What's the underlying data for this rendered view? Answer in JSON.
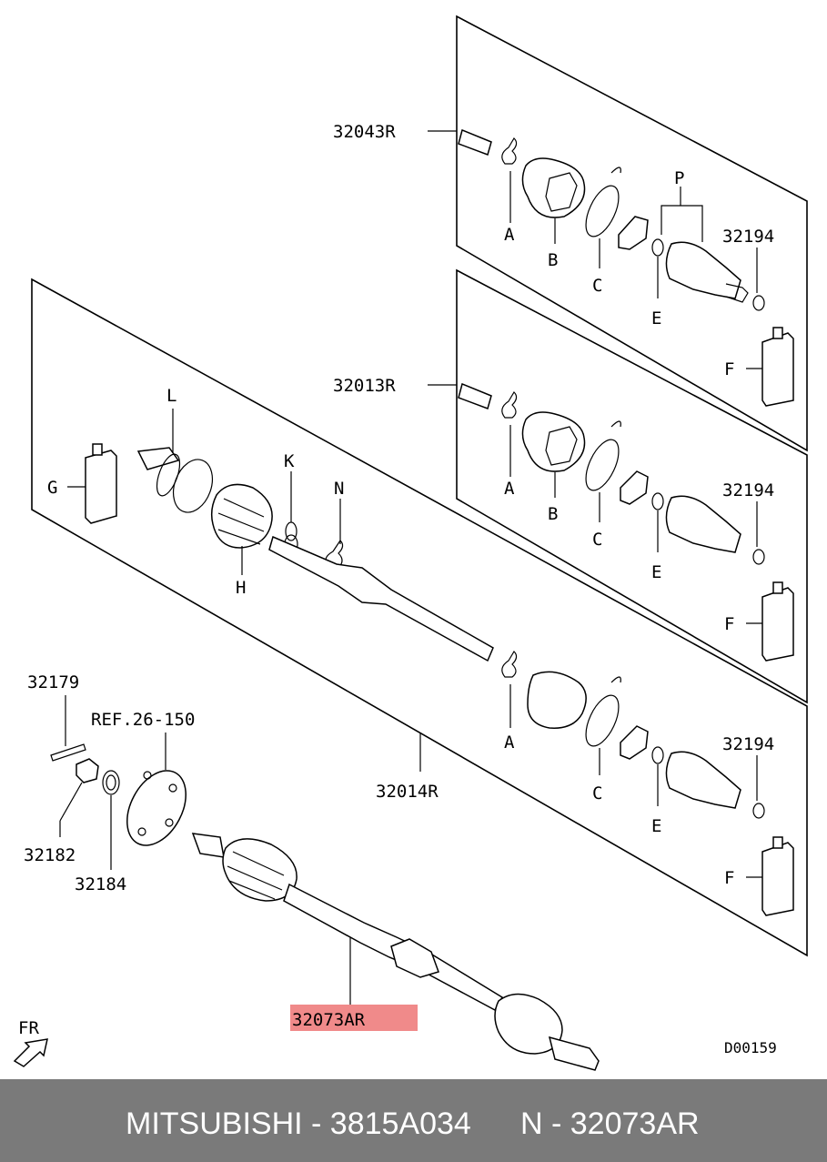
{
  "labels": {
    "l32043R": "32043R",
    "l32013R": "32013R",
    "l32014R": "32014R",
    "l32073AR": "32073AR",
    "l32179": "32179",
    "l32182": "32182",
    "l32184": "32184",
    "ref": "REF.26-150",
    "l32194": "32194",
    "A": "A",
    "B": "B",
    "C": "C",
    "E": "E",
    "F": "F",
    "P": "P",
    "G": "G",
    "H": "H",
    "K": "K",
    "L": "L",
    "N": "N",
    "fr": "FR",
    "code": "D00159"
  },
  "highlight_color": "#f08a8a",
  "footer": {
    "brand": "MITSUBISHI - 3815A034",
    "part": "N - 32073AR"
  }
}
